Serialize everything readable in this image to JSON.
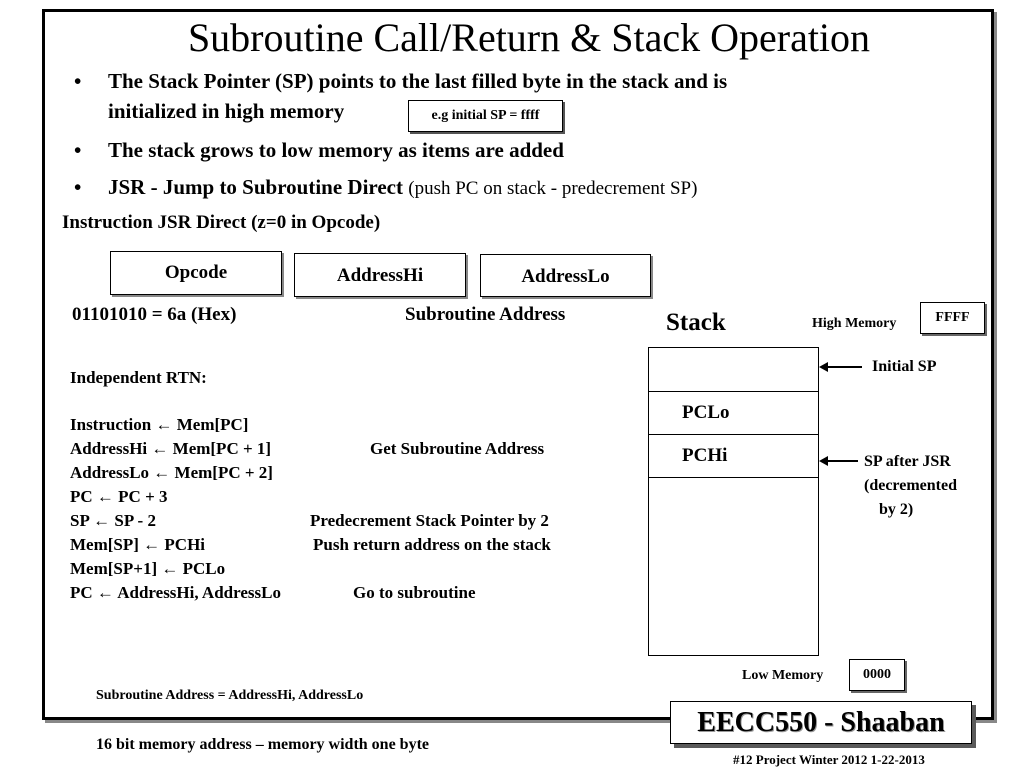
{
  "title": "Subroutine Call/Return & Stack Operation",
  "bullets": [
    {
      "dot": "•",
      "line1": "The Stack Pointer (SP) points to the last filled byte in the stack and is",
      "line2": "initialized in high memory"
    },
    {
      "dot": "•",
      "text": "The stack grows to low memory as items are added"
    },
    {
      "dot": "•",
      "text": "JSR - Jump to Subroutine Direct",
      "note": "(push PC on stack - predecrement SP)"
    }
  ],
  "initial_sp_note": "e.g initial SP = ffff",
  "instruction_heading": "Instruction  JSR Direct (z=0 in Opcode)",
  "fields": {
    "opcode": "Opcode",
    "address_hi": "AddressHi",
    "address_lo": "AddressLo"
  },
  "opcode_value": "01101010 = 6a (Hex)",
  "subroutine_address_label": "Subroutine Address",
  "rtn": {
    "heading": "Independent RTN:",
    "lines": [
      {
        "left": "Instruction  ←    Mem[PC]",
        "right": ""
      },
      {
        "left": "AddressHi ←  Mem[PC + 1]",
        "right": "Get Subroutine Address"
      },
      {
        "left": "AddressLo ←  Mem[PC + 2]",
        "right": ""
      },
      {
        "left": "PC  ←    PC + 3",
        "right": ""
      },
      {
        "left": "SP  ←    SP - 2",
        "right": "Predecrement Stack Pointer by 2"
      },
      {
        "left": "Mem[SP]  ←    PCHi",
        "right": "Push return address on the stack"
      },
      {
        "left": "Mem[SP+1]  ←    PCLo",
        "right": ""
      },
      {
        "left": "PC  ← AddressHi, AddressLo",
        "right": "Go to subroutine"
      }
    ]
  },
  "stack": {
    "label": "Stack",
    "high_memory_label": "High Memory",
    "high_memory_value": "FFFF",
    "low_memory_label": "Low Memory",
    "low_memory_value": "0000",
    "cells": [
      "",
      "PCLo",
      "PCHi"
    ],
    "initial_sp": "Initial SP",
    "sp_after": [
      "SP after JSR",
      "(decremented",
      "by 2)"
    ]
  },
  "subroutine_address_formula": "Subroutine Address = AddressHi, AddressLo",
  "memory_note": "16 bit memory address – memory width one byte",
  "brand": "EECC550 - Shaaban",
  "slide_footer": "#12   Project  Winter 2012   1-22-2013"
}
